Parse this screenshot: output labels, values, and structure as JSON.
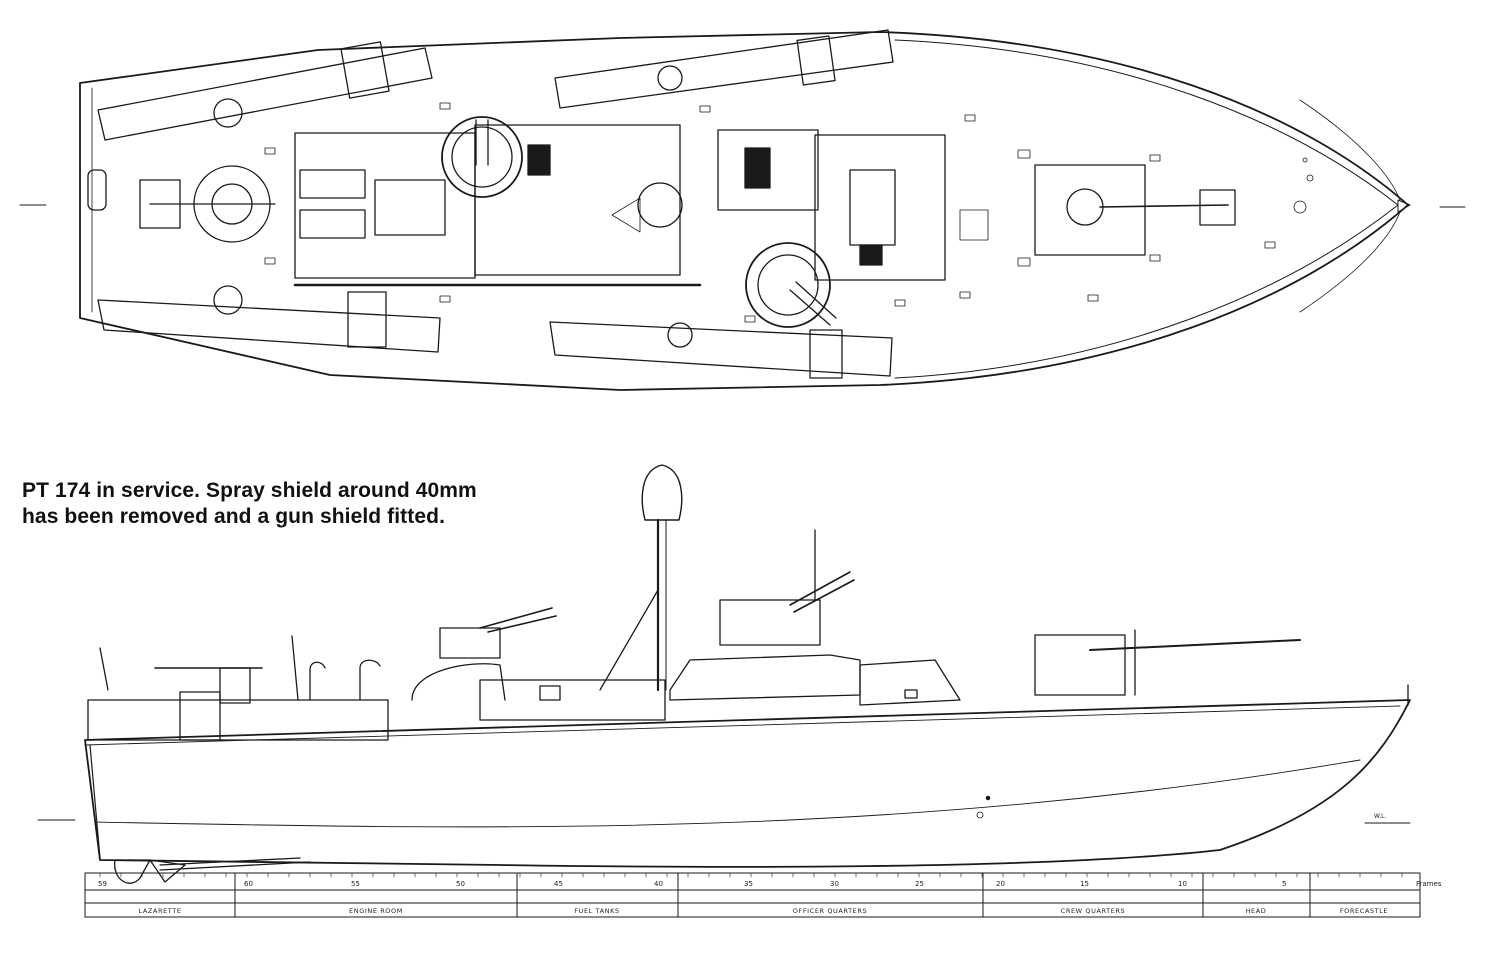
{
  "caption": {
    "line1": "PT 174 in service. Spray shield around 40mm",
    "line2": "has been removed and a gun shield fitted."
  },
  "waterline_label": "W.L.",
  "frames_label": "Frames",
  "frame_numbers": [
    "59",
    "60",
    "55",
    "50",
    "45",
    "40",
    "35",
    "30",
    "25",
    "20",
    "15",
    "10",
    "5"
  ],
  "compartments": [
    "LAZARETTE",
    "ENGINE ROOM",
    "FUEL TANKS",
    "OFFICER QUARTERS",
    "CREW QUARTERS",
    "HEAD",
    "FORECASTLE"
  ]
}
